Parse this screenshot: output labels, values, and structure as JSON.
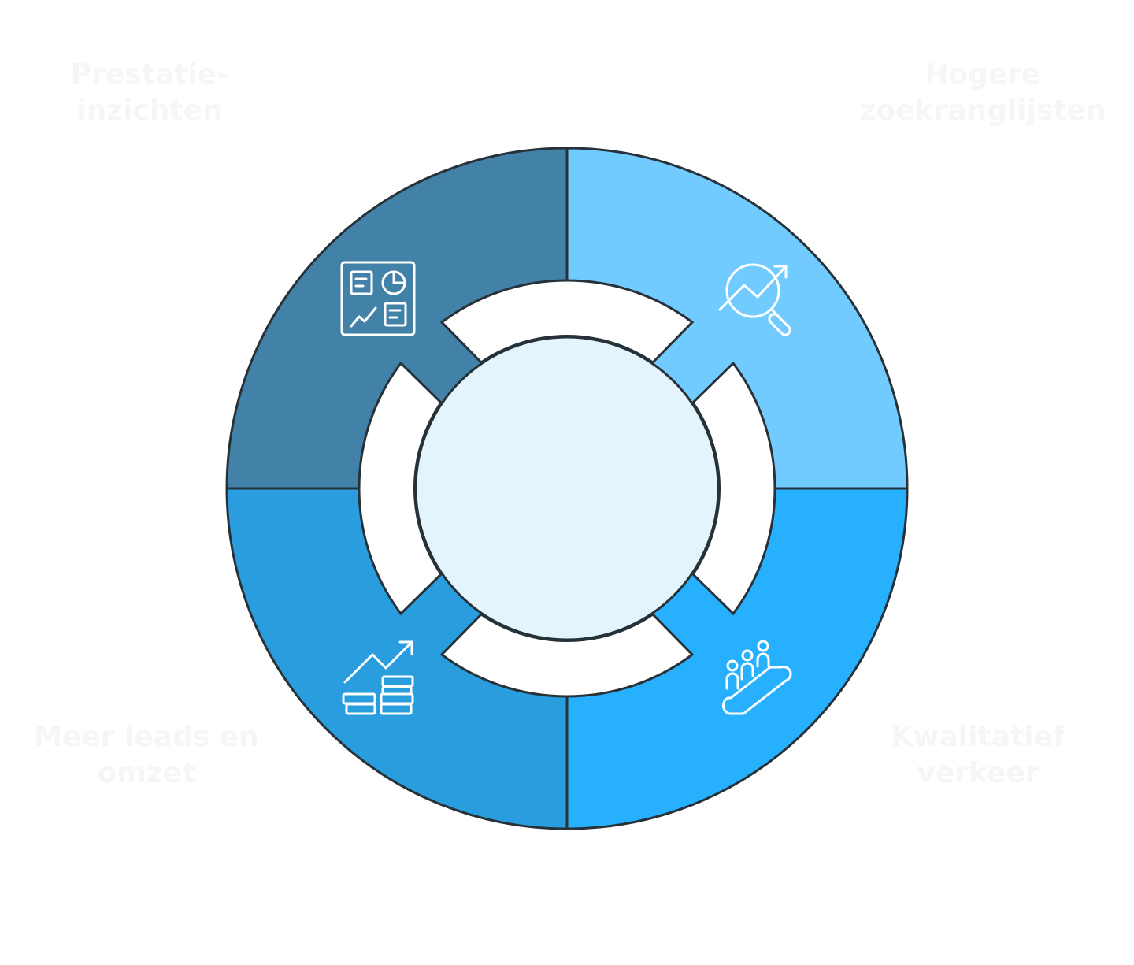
{
  "colors": {
    "outline": "#263238",
    "background": "#ffffff",
    "quadrant_top_left": "#4382A8",
    "quadrant_top_right": "#72CBFF",
    "quadrant_bottom_right": "#27B0FD",
    "quadrant_bottom_left": "#2A9DDF",
    "connector_fill": "#ffffff",
    "center_fill": "#E3F4FD",
    "icon_stroke": "#ffffff",
    "label_text": "#f6f6f6"
  },
  "quadrants": [
    {
      "id": "tl",
      "label": "Prestatie-\ninzichten",
      "icon": "dashboard-report-icon"
    },
    {
      "id": "tr",
      "label": "Hogere\nzoekranglijsten",
      "icon": "trend-search-icon"
    },
    {
      "id": "br",
      "label": "Kwalitatief\nverkeer",
      "icon": "escalator-people-icon"
    },
    {
      "id": "bl",
      "label": "Meer leads en\nomzet",
      "icon": "growth-coins-icon"
    }
  ]
}
